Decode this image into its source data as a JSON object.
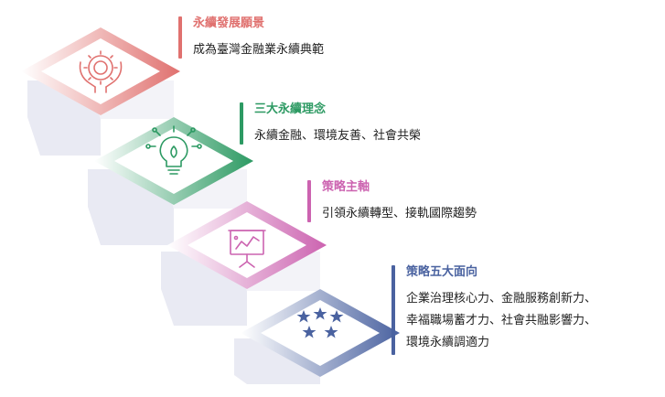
{
  "colors": {
    "step1": "#e0716f",
    "step2": "#2d9a63",
    "step3": "#cc63b0",
    "step4": "#4a62a0",
    "step_face": "#eeeff6",
    "step_shadow": "#dcdde8"
  },
  "steps": [
    {
      "title": "永續發展願景",
      "lines": [
        "成為臺灣金融業永續典範"
      ],
      "icon": "hands-globe-gear-icon"
    },
    {
      "title": "三大永續理念",
      "lines": [
        "永續金融、環境友善、社會共榮"
      ],
      "icon": "lightbulb-leaf-icon"
    },
    {
      "title": "策略主軸",
      "lines": [
        "引領永續轉型、接軌國際趨勢"
      ],
      "icon": "strategy-board-icon"
    },
    {
      "title": "策略五大面向",
      "lines": [
        "企業治理核心力、金融服務創新力、",
        "幸福職場蓄才力、社會共融影響力、",
        "環境永續調適力"
      ],
      "icon": "five-stars-icon"
    }
  ]
}
